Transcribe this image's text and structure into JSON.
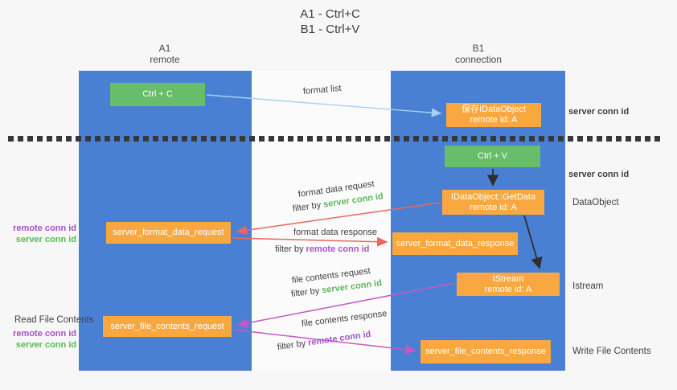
{
  "title": {
    "line1": "A1 - Ctrl+C",
    "line2": "B1 - Ctrl+V"
  },
  "columns": {
    "left": {
      "name": "A1",
      "role": "remote"
    },
    "right": {
      "name": "B1",
      "role": "connection"
    }
  },
  "nodes": {
    "ctrl_c": {
      "label": "Ctrl + C"
    },
    "save_dataobject": {
      "line1": "保存IDataObject",
      "line2": "remote id: A"
    },
    "ctrl_v": {
      "label": "Ctrl + V"
    },
    "getdata": {
      "line1": "IDataObject::GetData",
      "line2": "remote id: A"
    },
    "format_request": {
      "label": "server_format_data_request"
    },
    "format_response": {
      "label": "server_format_data_response"
    },
    "istream": {
      "line1": "IStream",
      "line2": "remote id: A"
    },
    "file_request": {
      "label": "server_file_contents_request"
    },
    "file_response": {
      "label": "server_file_contents_response"
    }
  },
  "flow_labels": {
    "format_list": "format list",
    "format_data_request": "format data request",
    "format_data_response": "format data response",
    "file_contents_request": "file contents request",
    "file_contents_response": "file contents response",
    "filter_by": "filter by",
    "server_conn_id": "server conn id",
    "remote_conn_id": "remote conn id"
  },
  "side_labels": {
    "server_conn_id_top": "server conn id",
    "server_conn_id_mid": "server conn id",
    "dataobject": "DataObject",
    "istream": "Istream",
    "read_file_contents": "Read File Contents",
    "write_file_contents": "Write File Contents",
    "left_top": {
      "remote": "remote conn id",
      "server": "server conn id"
    },
    "left_bottom": {
      "remote": "remote conn id",
      "server": "server conn id"
    }
  },
  "colors": {
    "blue": "#4a80d4",
    "orange": "#f9a840",
    "green": "#68bd6b",
    "green_text": "#57b957",
    "purple_text": "#a851c8",
    "red_arrow": "#e8685e",
    "magenta_arrow": "#c758c2",
    "lightblue_arrow": "#a6d2ef",
    "black_arrow": "#2e2e2e",
    "dark_text": "#3d3d3d"
  }
}
